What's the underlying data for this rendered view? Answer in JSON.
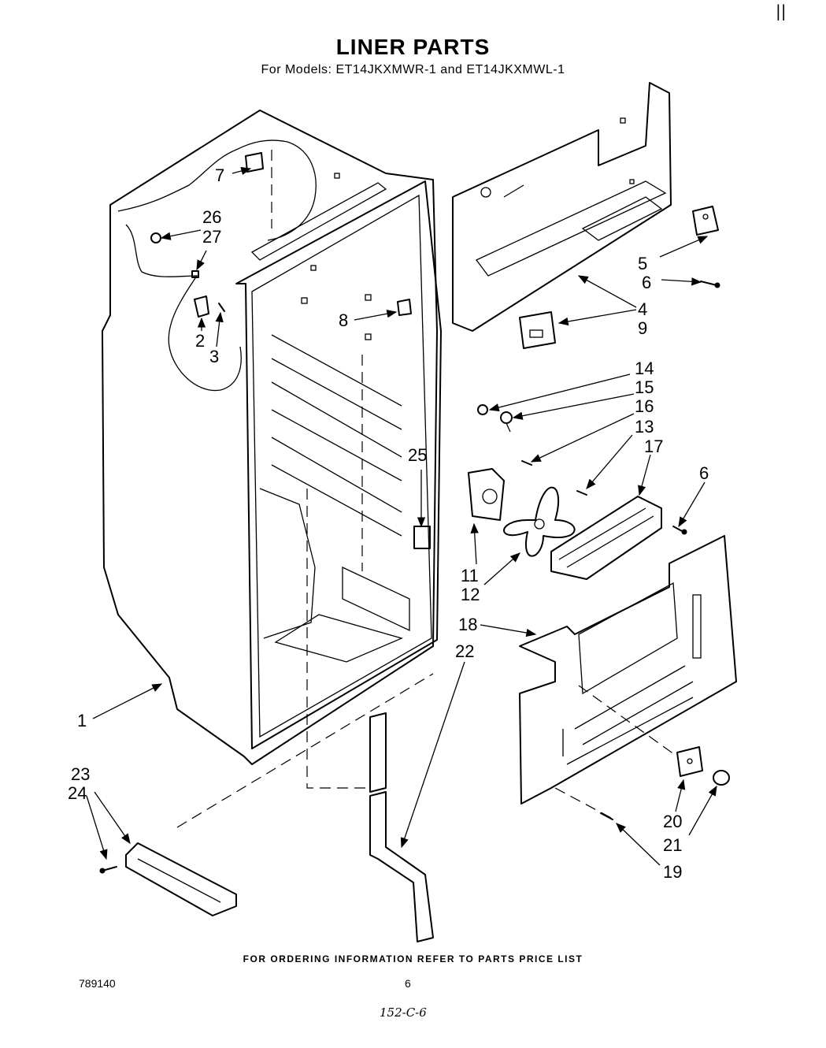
{
  "header": {
    "title": "LINER PARTS",
    "subtitle": "For Models: ET14JKXMWR-1 and ET14JKXMWL-1"
  },
  "footer": {
    "note": "FOR ORDERING INFORMATION REFER TO PARTS PRICE LIST",
    "doc_number": "789140",
    "page_number": "6",
    "handwritten": "152-C-6",
    "corner_mark": "||"
  },
  "callouts": {
    "c1": "1",
    "c2": "2",
    "c3": "3",
    "c4": "4",
    "c5": "5",
    "c6a": "6",
    "c6b": "6",
    "c7": "7",
    "c8": "8",
    "c9": "9",
    "c11": "11",
    "c12": "12",
    "c13": "13",
    "c14": "14",
    "c15": "15",
    "c16": "16",
    "c17": "17",
    "c18": "18",
    "c19": "19",
    "c20": "20",
    "c21": "21",
    "c22": "22",
    "c23": "23",
    "c24": "24",
    "c25": "25",
    "c26": "26",
    "c27": "27"
  }
}
